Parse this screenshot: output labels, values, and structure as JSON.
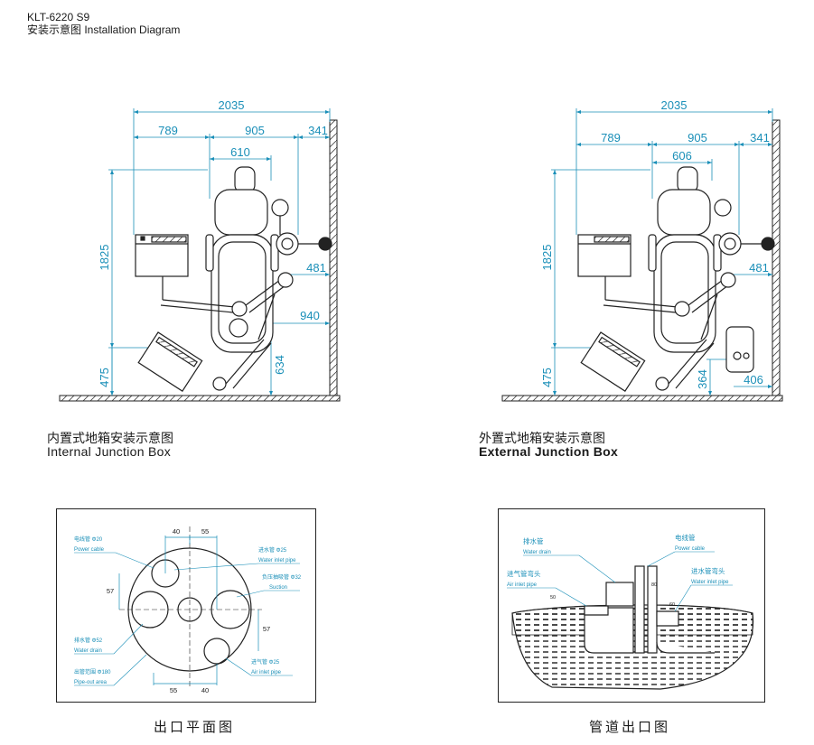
{
  "header": {
    "model": "KLT-6220 S9",
    "title": "安装示意图 Installation Diagram"
  },
  "colors": {
    "dimension": "#1a8fb8",
    "line": "#222222",
    "hatch": "#444444"
  },
  "left_diagram": {
    "dims": {
      "total": "2035",
      "a": "789",
      "b": "905",
      "c": "341",
      "d": "610",
      "height": "1825",
      "e": "481",
      "f": "940",
      "g": "634",
      "h": "475"
    },
    "caption_cn": "内置式地箱安装示意图",
    "caption_en": "Internal Junction Box"
  },
  "right_diagram": {
    "dims": {
      "total": "2035",
      "a": "789",
      "b": "905",
      "c": "341",
      "d": "606",
      "height": "1825",
      "e": "481",
      "f": "364",
      "g": "406",
      "h": "475"
    },
    "caption_cn": "外置式地箱安装示意图",
    "caption_en": "External Junction Box"
  },
  "outlet_plan": {
    "dim_top_1": "40",
    "dim_top_2": "55",
    "dim_left": "57",
    "dim_right": "57",
    "dim_bottom_1": "55",
    "dim_bottom_2": "40",
    "power_cn": "电线管 Φ20",
    "power_en": "Power cable",
    "water_in_cn": "进水管 Φ25",
    "water_in_en": "Water inlet pipe",
    "suction_cn": "负压抽吸管 Φ32",
    "suction_en": "Suction",
    "drain_cn": "排水管 Φ52",
    "drain_en": "Water drain",
    "area_cn": "出管范围 Φ180",
    "area_en": "Pipe-out area",
    "air_cn": "进气管 Φ25",
    "air_en": "Air inlet pipe",
    "caption": "出口平面图"
  },
  "pipe_diagram": {
    "drain_cn": "排水管",
    "drain_en": "Water drain",
    "power_cn": "电线管",
    "power_en": "Power cable",
    "air_cn": "进气管弯头",
    "air_en": "Air inlet pipe",
    "water_cn": "进水管弯头",
    "water_en": "Water inlet pipe",
    "dim_50": "50",
    "dim_80": "80",
    "dim_60": "60",
    "caption": "管道出口图"
  }
}
